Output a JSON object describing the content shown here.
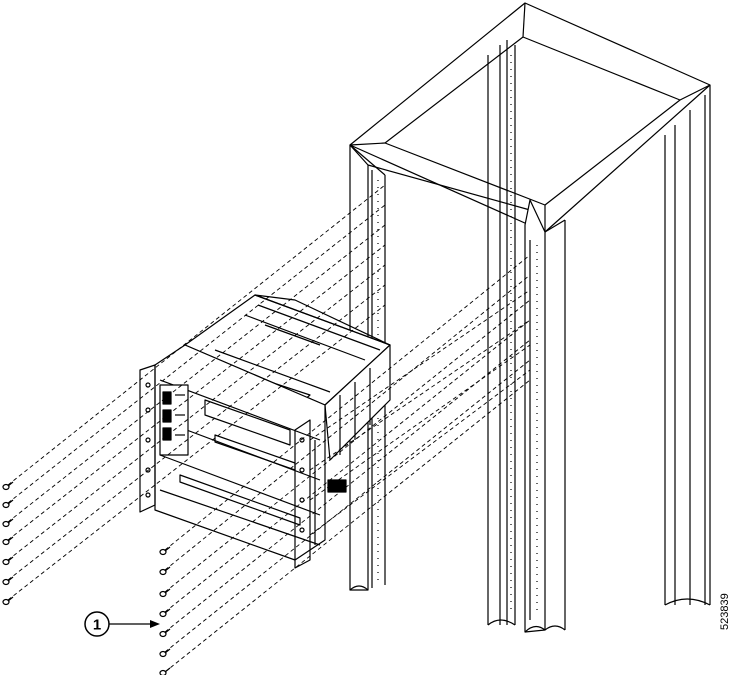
{
  "figure": {
    "callout": "1",
    "figure_id": "523839"
  },
  "colors": {
    "line": "#000000",
    "background": "#ffffff"
  },
  "icons": [
    "rack-frame",
    "chassis",
    "mounting-screw",
    "callout-arrow"
  ]
}
